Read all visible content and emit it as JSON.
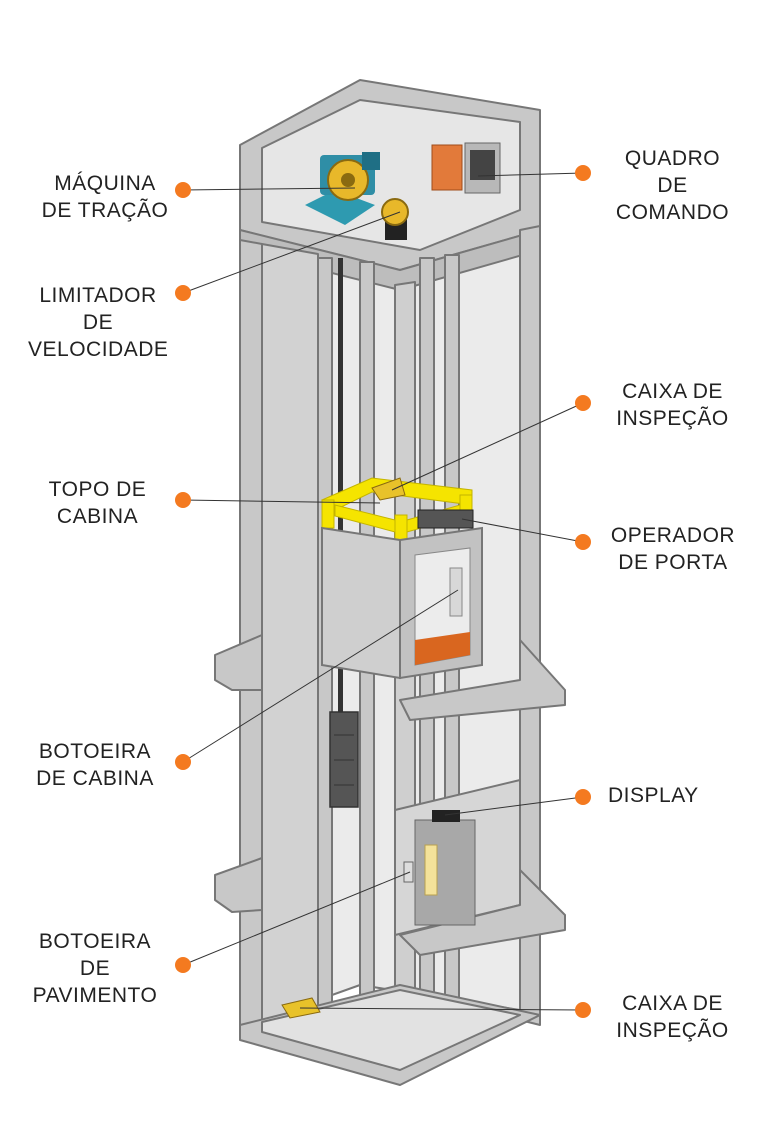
{
  "colors": {
    "accent_dot": "#f47a20",
    "shaft_fill": "#c8c8c8",
    "shaft_stroke": "#777777",
    "top_frame": "#f5e400",
    "cabin_fill": "#cfcfcf",
    "floor_orange": "#d9661f",
    "leader_line": "#333333"
  },
  "labels": {
    "maquina": {
      "lines": [
        "MÁQUINA",
        "DE TRAÇÃO"
      ]
    },
    "limitador": {
      "lines": [
        "LIMITADOR",
        "DE",
        "VELOCIDADE"
      ]
    },
    "topo": {
      "lines": [
        "TOPO DE",
        "CABINA"
      ]
    },
    "botoeira_cabina": {
      "lines": [
        "BOTOEIRA",
        "DE CABINA"
      ]
    },
    "botoeira_pav": {
      "lines": [
        "BOTOEIRA",
        "DE",
        "PAVIMENTO"
      ]
    },
    "quadro": {
      "lines": [
        "QUADRO",
        "DE",
        "COMANDO"
      ]
    },
    "caixa_top": {
      "lines": [
        "CAIXA DE",
        "INSPEÇÃO"
      ]
    },
    "operador": {
      "lines": [
        "OPERADOR",
        "DE PORTA"
      ]
    },
    "display": {
      "lines": [
        "DISPLAY"
      ]
    },
    "caixa_bottom": {
      "lines": [
        "CAIXA DE",
        "INSPEÇÃO"
      ]
    }
  }
}
